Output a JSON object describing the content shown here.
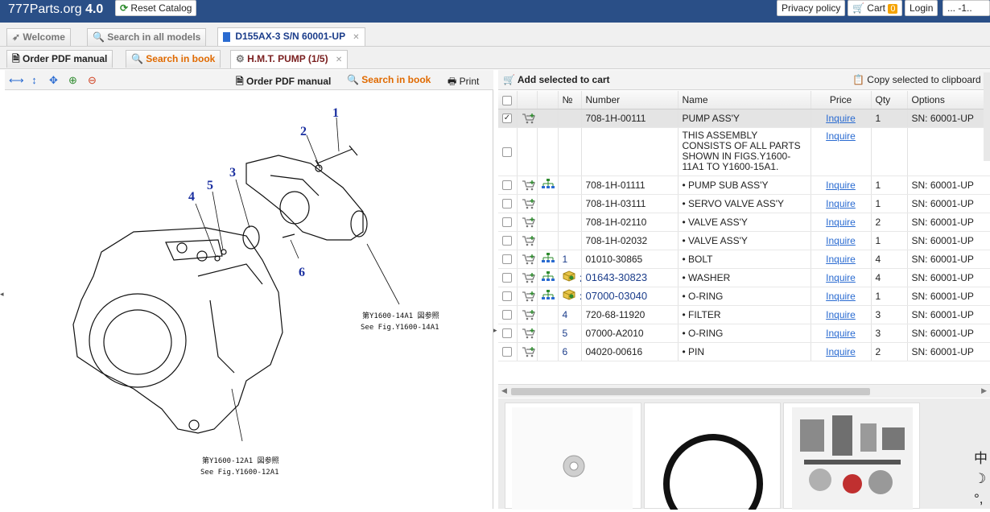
{
  "topbar": {
    "brand": "777Parts.org",
    "version": "4.0",
    "reset_label": "Reset Catalog",
    "privacy_label": "Privacy policy",
    "cart_label": "Cart",
    "cart_count": "0",
    "login_label": "Login",
    "more_label": "... -1.."
  },
  "tabs_row1": {
    "welcome": "Welcome",
    "search_all": "Search in all models",
    "model": "D155AX-3 S/N 60001-UP"
  },
  "tabs_row2": {
    "order_pdf": "Order PDF manual",
    "search_book": "Search in book",
    "pump": "H.M.T. PUMP (1/5)"
  },
  "left_toolbar": {
    "order_pdf": "Order PDF manual",
    "search_book": "Search in book",
    "print": "Print"
  },
  "drawing": {
    "callouts": [
      "1",
      "2",
      "3",
      "4",
      "5",
      "6"
    ],
    "ref_top_jp": "第Y1600-14A1 図参照",
    "ref_top_en": "See Fig.Y1600-14A1",
    "ref_bottom_jp": "第Y1600-12A1 図参照",
    "ref_bottom_en": "See Fig.Y1600-12A1"
  },
  "right_toolbar": {
    "add_selected": "Add selected to cart",
    "copy_selected": "Copy selected to clipboard"
  },
  "table": {
    "headers": [
      "",
      "",
      "",
      "№",
      "Number",
      "Name",
      "Price",
      "Qty",
      "Options"
    ],
    "rows": [
      {
        "checked": "✓",
        "num": "",
        "number": "708-1H-00111",
        "name": "PUMP ASS'Y",
        "price": "Inquire",
        "qty": "1",
        "options": "SN: 60001-UP"
      },
      {
        "checked": "",
        "num": "",
        "number": "",
        "name": "THIS ASSEMBLY CONSISTS OF ALL PARTS SHOWN IN FIGS.Y1600-11A1 TO Y1600-15A1.",
        "price": "Inquire",
        "qty": "",
        "options": ""
      },
      {
        "checked": "",
        "num": "",
        "number": "708-1H-01111",
        "name": "• PUMP SUB ASS'Y",
        "price": "Inquire",
        "qty": "1",
        "options": "SN: 60001-UP"
      },
      {
        "checked": "",
        "num": "",
        "number": "708-1H-03111",
        "name": "• SERVO VALVE ASS'Y",
        "price": "Inquire",
        "qty": "1",
        "options": "SN: 60001-UP"
      },
      {
        "checked": "",
        "num": "",
        "number": "708-1H-02110",
        "name": "• VALVE ASS'Y",
        "price": "Inquire",
        "qty": "2",
        "options": "SN: 60001-UP"
      },
      {
        "checked": "",
        "num": "",
        "number": "708-1H-02032",
        "name": "• VALVE ASS'Y",
        "price": "Inquire",
        "qty": "1",
        "options": "SN: 60001-UP"
      },
      {
        "checked": "",
        "num": "1",
        "number": "01010-30865",
        "name": "• BOLT",
        "price": "Inquire",
        "qty": "4",
        "options": "SN: 60001-UP"
      },
      {
        "checked": "",
        "num": "2",
        "number": "01643-30823",
        "name": "• WASHER",
        "price": "Inquire",
        "qty": "4",
        "options": "SN: 60001-UP"
      },
      {
        "checked": "",
        "num": "3",
        "number": "07000-03040",
        "name": "• O-RING",
        "price": "Inquire",
        "qty": "1",
        "options": "SN: 60001-UP"
      },
      {
        "checked": "",
        "num": "4",
        "number": "720-68-11920",
        "name": "• FILTER",
        "price": "Inquire",
        "qty": "3",
        "options": "SN: 60001-UP"
      },
      {
        "checked": "",
        "num": "5",
        "number": "07000-A2010",
        "name": "• O-RING",
        "price": "Inquire",
        "qty": "3",
        "options": "SN: 60001-UP"
      },
      {
        "checked": "",
        "num": "6",
        "number": "04020-00616",
        "name": "• PIN",
        "price": "Inquire",
        "qty": "2",
        "options": "SN: 60001-UP"
      }
    ]
  },
  "side_glyphs": [
    "中",
    "☽",
    "°,"
  ],
  "colors": {
    "topbar": "#2a4f87",
    "link": "#2a6bd1",
    "accent_orange": "#e06a00",
    "part_blue": "#1a3c8a"
  }
}
